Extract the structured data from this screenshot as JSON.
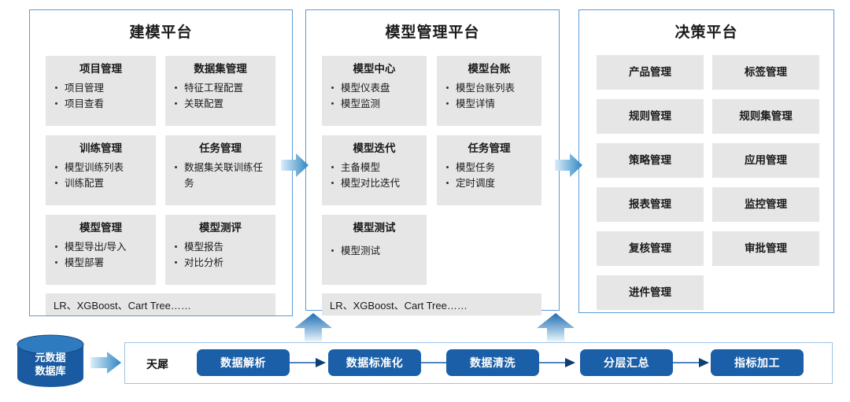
{
  "diagram": {
    "panels": [
      {
        "id": "modeling-platform",
        "title": "建模平台",
        "algorithms": "LR、XGBoost、Cart Tree……",
        "cards": [
          {
            "title": "项目管理",
            "items": [
              "项目管理",
              "项目查看"
            ]
          },
          {
            "title": "数据集管理",
            "items": [
              "特征工程配置",
              "关联配置"
            ]
          },
          {
            "title": "训练管理",
            "items": [
              "模型训练列表",
              "训练配置"
            ]
          },
          {
            "title": "任务管理",
            "items": [
              "数据集关联训练任务"
            ]
          },
          {
            "title": "模型管理",
            "items": [
              "模型导出/导入",
              "模型部署"
            ]
          },
          {
            "title": "模型测评",
            "items": [
              "模型报告",
              "对比分析"
            ]
          }
        ]
      },
      {
        "id": "model-management-platform",
        "title": "模型管理平台",
        "algorithms": "LR、XGBoost、Cart Tree……",
        "cards": [
          {
            "title": "模型中心",
            "items": [
              "模型仪表盘",
              "模型监测"
            ]
          },
          {
            "title": "模型台账",
            "items": [
              "模型台账列表",
              "模型详情"
            ]
          },
          {
            "title": "模型迭代",
            "items": [
              "主备模型",
              "模型对比迭代"
            ]
          },
          {
            "title": "任务管理",
            "items": [
              "模型任务",
              "定时调度"
            ]
          },
          {
            "title": "模型测试",
            "items": [
              "模型测试"
            ]
          }
        ]
      },
      {
        "id": "decision-platform",
        "title": "决策平台",
        "cards": [
          {
            "title": "产品管理"
          },
          {
            "title": "标签管理"
          },
          {
            "title": "规则管理"
          },
          {
            "title": "规则集管理"
          },
          {
            "title": "策略管理"
          },
          {
            "title": "应用管理"
          },
          {
            "title": "报表管理"
          },
          {
            "title": "监控管理"
          },
          {
            "title": "复核管理"
          },
          {
            "title": "审批管理"
          },
          {
            "title": "进件管理"
          }
        ]
      }
    ],
    "flow_arrows": [
      {
        "name": "arrow-modeling-to-model-management",
        "direction": "right"
      },
      {
        "name": "arrow-model-management-to-decision",
        "direction": "right"
      },
      {
        "name": "arrow-pipeline-to-model-management",
        "direction": "up"
      },
      {
        "name": "arrow-pipeline-to-decision",
        "direction": "up"
      }
    ],
    "data_source": {
      "name": "metadata-database",
      "line1": "元数据",
      "line2": "数据库",
      "icon": "database-cylinder-icon"
    },
    "source_arrow": {
      "name": "arrow-source-to-pipeline",
      "direction": "right"
    },
    "pipeline": {
      "label": "天犀",
      "stages": [
        "数据解析",
        "数据标准化",
        "数据清洗",
        "分层汇总",
        "指标加工"
      ]
    },
    "colors": {
      "panel_border": "#5b9bd5",
      "card_bg": "#e6e6e6",
      "pipeline_pill": "#1a5fa8",
      "db_body": "#1a5aa0",
      "arrow_light": "#d6eaf8",
      "arrow_dark": "#2e86c1"
    }
  }
}
